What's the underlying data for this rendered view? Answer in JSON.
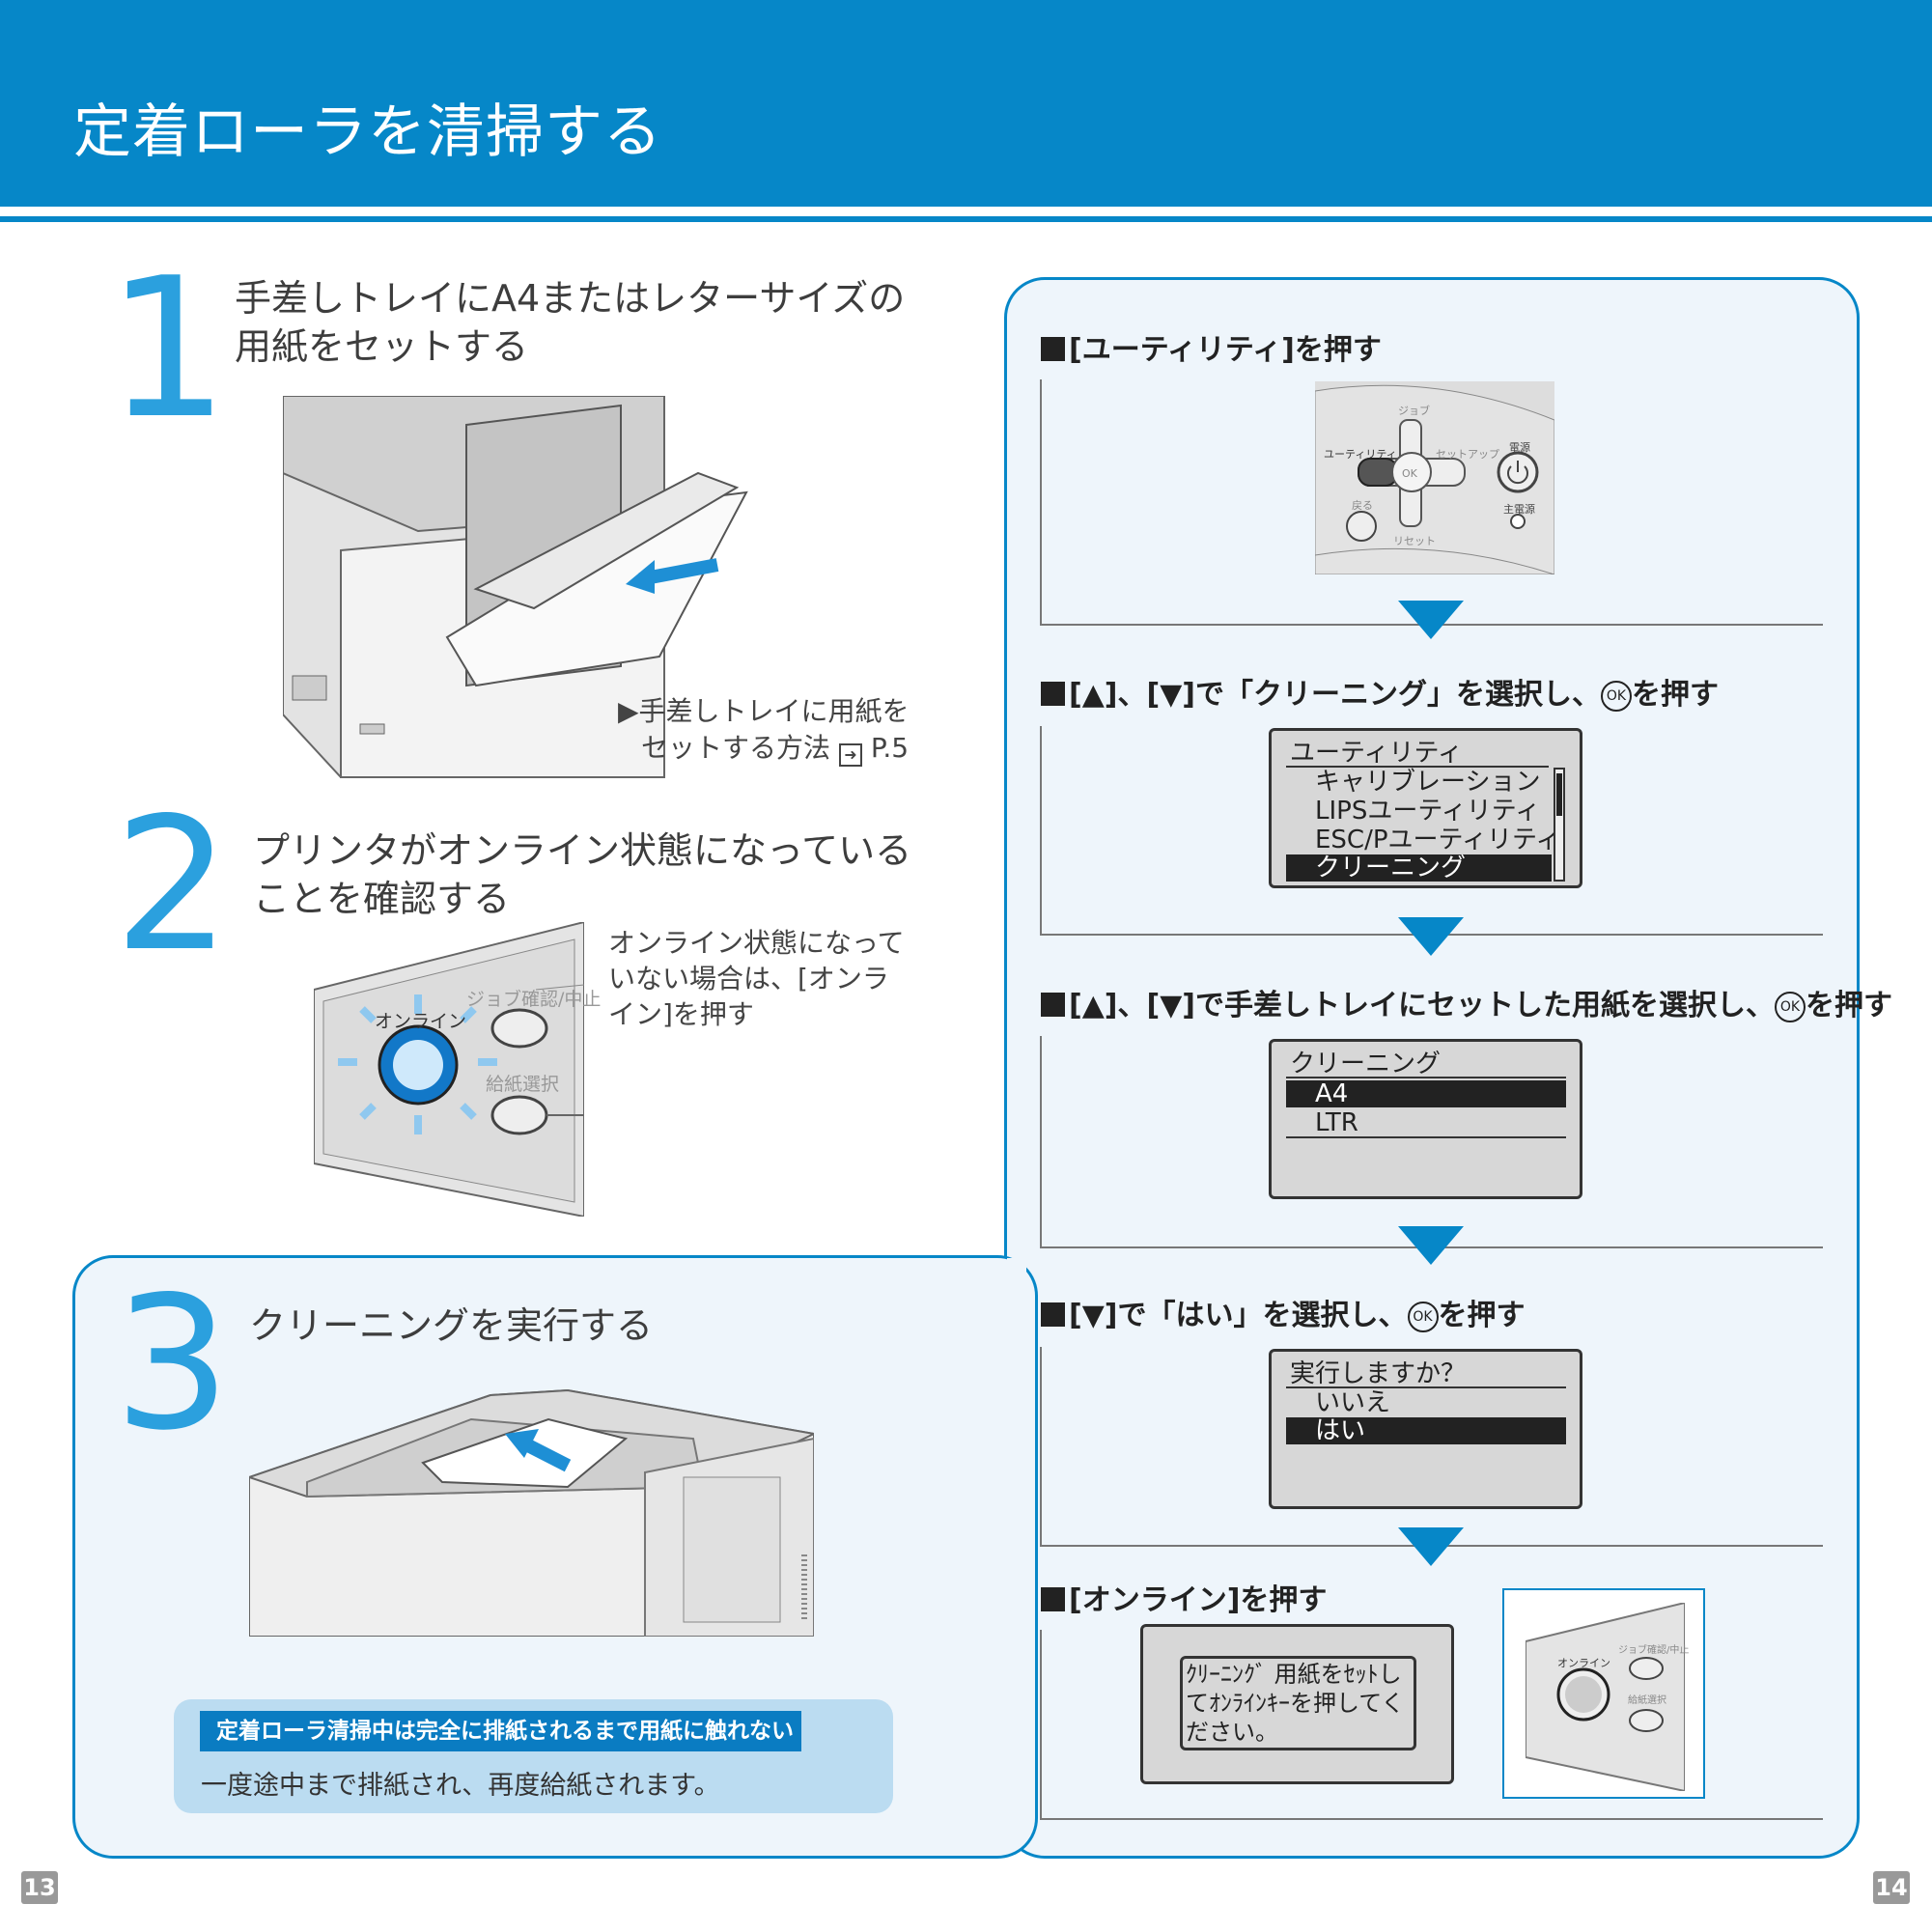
{
  "header": {
    "title": "定着ローラを清掃する"
  },
  "steps": [
    {
      "num": "1",
      "title_line1": "手差しトレイにA4またはレターサイズの",
      "title_line2": "用紙をセットする",
      "ref_line1": "▶手差しトレイに用紙を",
      "ref_line2": "セットする方法",
      "ref_page": "P.5"
    },
    {
      "num": "2",
      "title_line1": "プリンタがオンライン状態になっている",
      "title_line2": "ことを確認する",
      "note_line1": "オンライン状態になって",
      "note_line2": "いない場合は、[オンラ",
      "note_line3": "イン]を押す",
      "panel": {
        "online": "オンライン",
        "job": "ジョブ確認/中止",
        "feed": "給紙選択"
      }
    },
    {
      "num": "3",
      "title": "クリーニングを実行する",
      "caution_title": "定着ローラ清掃中は完全に排紙されるまで用紙に触れない",
      "caution_body": "一度途中まで排紙され、再度給紙されます。"
    }
  ],
  "right": {
    "step_a": "[ユーティリティ]を押す",
    "control_panel": {
      "job": "ジョブ",
      "utility": "ユーティリティ",
      "setup": "セットアップ",
      "power": "電源",
      "back": "戻る",
      "main_power": "主電源",
      "reset": "リセット",
      "ok": "OK"
    },
    "step_b_pre": "[▲]、[▼]で「クリーニング」を選択し、",
    "step_b_post": "を押す",
    "lcd1": {
      "title": "ユーティリティ",
      "items": [
        "キャリブレーション",
        "LIPSユーティリティ",
        "ESC/Pユーティリティ",
        "クリーニング"
      ]
    },
    "step_c_pre": "[▲]、[▼]で手差しトレイにセットした用紙を選択し、",
    "step_c_post": "を押す",
    "lcd2": {
      "title": "クリーニング",
      "items": [
        "A4",
        "LTR"
      ]
    },
    "step_d_pre": "[▼]で「はい」を選択し、",
    "step_d_post": "を押す",
    "lcd3": {
      "title": "実行しますか？",
      "items": [
        "いいえ",
        "はい"
      ]
    },
    "step_e": "[オンライン]を押す",
    "lcd4": {
      "line1": "ｸﾘｰﾆﾝｸﾞ 用紙をｾｯﾄし",
      "line2": "てｵﾝﾗｲﾝｷｰを押してく",
      "line3": "ださい。"
    },
    "mini_panel": {
      "online": "オンライン",
      "job": "ジョブ確認/中止",
      "feed": "給紙選択"
    },
    "ok_label": "OK"
  },
  "footer": {
    "left_page": "13",
    "right_page": "14"
  },
  "colors": {
    "brand_blue": "#0687c8",
    "step_blue": "#2ba0de",
    "panel_bg": "#eef5fb"
  }
}
